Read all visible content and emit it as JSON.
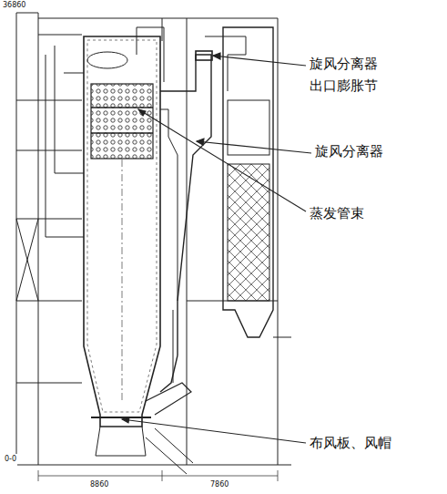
{
  "diagram": {
    "labels": [
      "36860",
      "旋风分离器 出口膨胀节",
      "旋风分离器",
      "蒸发管束",
      "布风板、风帽",
      "0-0",
      "8860",
      "7860"
    ]
  }
}
